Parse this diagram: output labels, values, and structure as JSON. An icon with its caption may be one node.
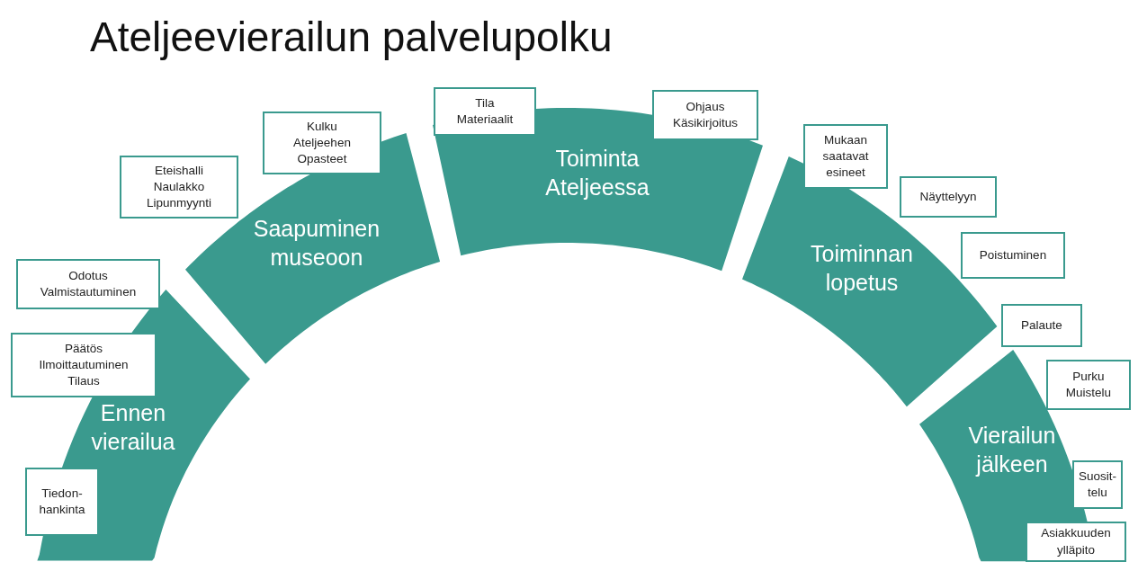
{
  "diagram": {
    "title": "Ateljeevierailun palvelupolku",
    "nodes": [
      {
        "text": [
          "Ennen vierailua"
        ]
      },
      {
        "text": [
          "Saapuminen museoon"
        ]
      },
      {
        "text": [
          "Toiminta Ateljeessa"
        ]
      },
      {
        "text": [
          "Toiminnan lopetus"
        ]
      },
      {
        "text": [
          "Vierailun jälkeen"
        ]
      },
      {
        "text": [
          "Odotus",
          "Valmistautuminen"
        ]
      },
      {
        "text": [
          "Päätös",
          "Ilmoittautuminen",
          "Tilaus"
        ]
      },
      {
        "text": [
          "Tiedon- hankinta"
        ]
      },
      {
        "text": [
          "Eteishalli",
          "Naulakko",
          "Lipunmyynti"
        ]
      },
      {
        "text": [
          "Kulku",
          "Ateljeehen",
          "Opasteet"
        ]
      },
      {
        "text": [
          "Tila",
          "Materiaalit"
        ]
      },
      {
        "text": [
          "Ohjaus",
          "Käsikirjoitus"
        ]
      },
      {
        "text": [
          "Mukaan saatavat esineet"
        ]
      },
      {
        "text": [
          "Näyttelyyn"
        ]
      },
      {
        "text": [
          "Poistuminen"
        ]
      },
      {
        "text": [
          "Palaute"
        ]
      },
      {
        "text": [
          "Purku",
          "Muistelu"
        ]
      },
      {
        "text": [
          "Suosit- telu"
        ]
      },
      {
        "text": [
          "Asiakkuuden ylläpito"
        ]
      }
    ]
  }
}
